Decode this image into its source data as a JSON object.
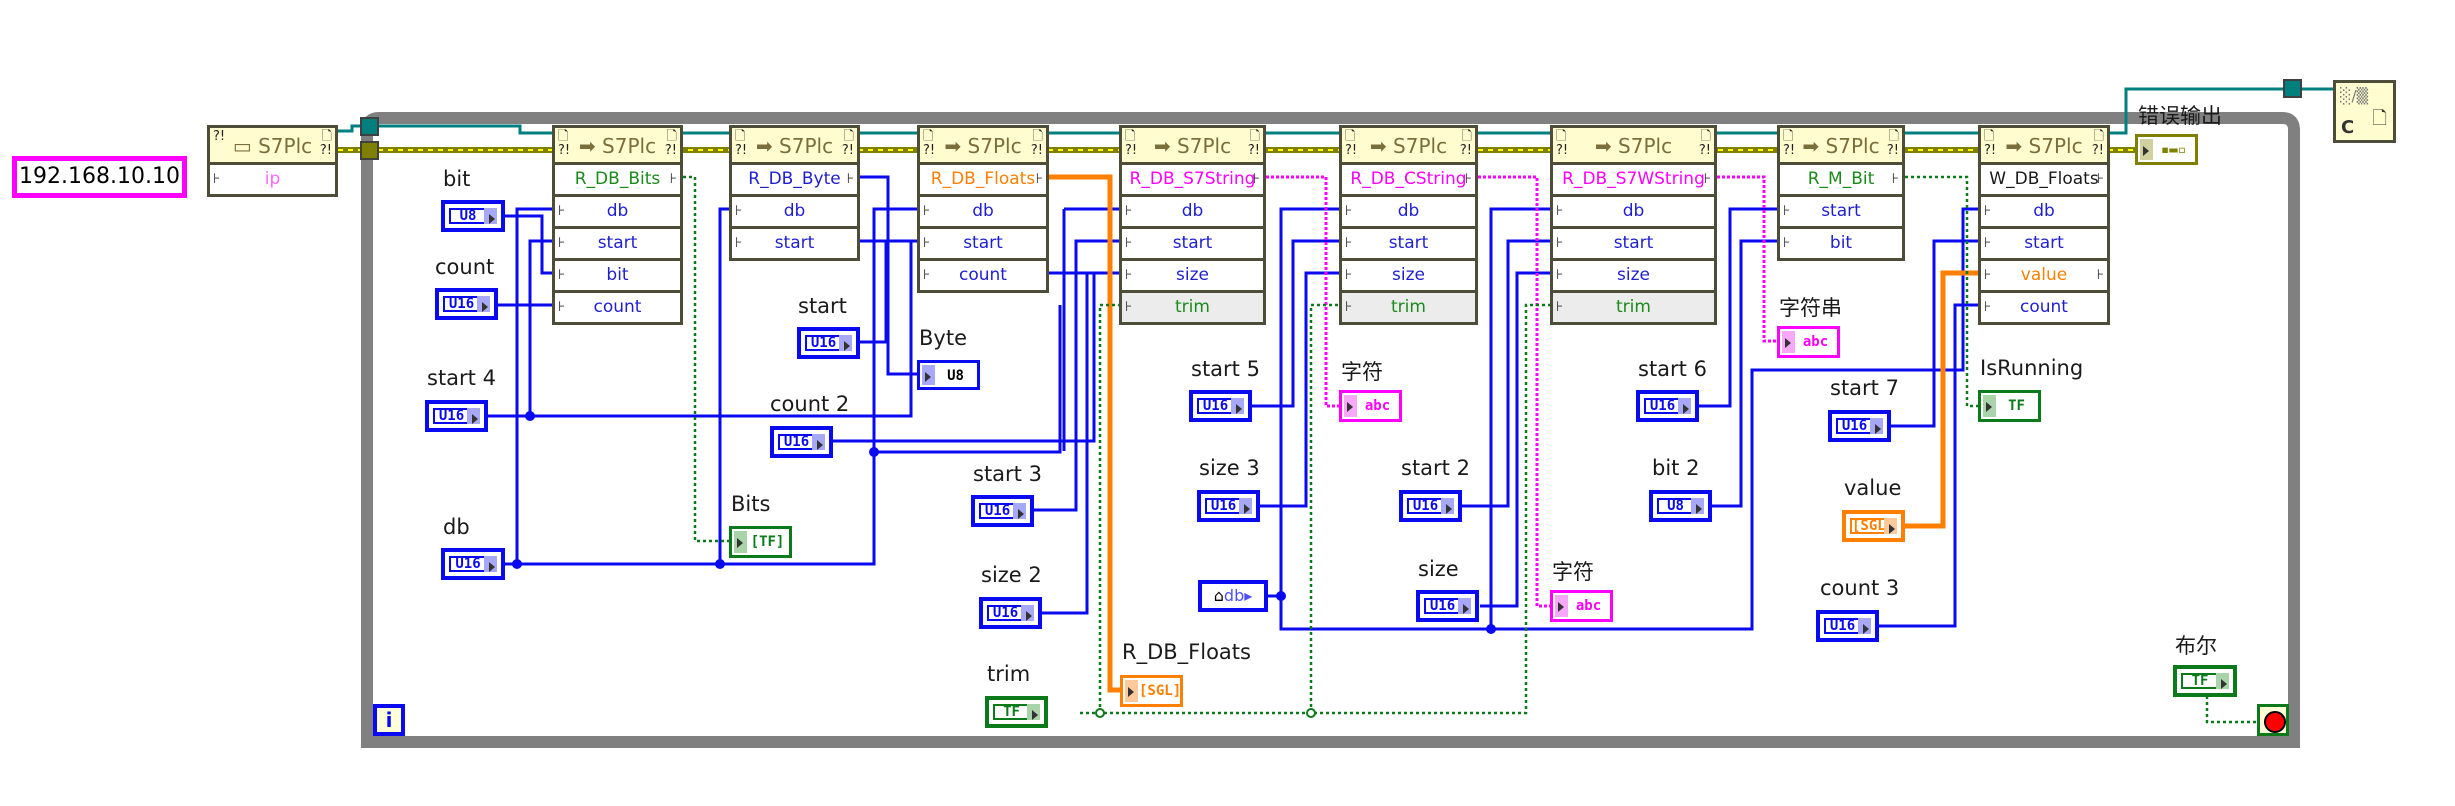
{
  "diagram": {
    "ip_constant": "192.168.10.10",
    "init_node": {
      "class": "S7Plc",
      "input": "ip"
    },
    "nodes": [
      {
        "class": "S7Plc",
        "method": "R_DB_Bits",
        "method_color": "#1a8a1a",
        "inputs": [
          "db",
          "start",
          "bit",
          "count"
        ]
      },
      {
        "class": "S7Plc",
        "method": "R_DB_Byte",
        "method_color": "#1f1fd0",
        "inputs": [
          "db",
          "start"
        ]
      },
      {
        "class": "S7Plc",
        "method": "R_DB_Floats",
        "method_color": "#ff8000",
        "inputs": [
          "db",
          "start",
          "count"
        ]
      },
      {
        "class": "S7Plc",
        "method": "R_DB_S7String",
        "method_color": "#ff00ff",
        "inputs": [
          "db",
          "start",
          "size",
          "trim"
        ]
      },
      {
        "class": "S7Plc",
        "method": "R_DB_CString",
        "method_color": "#ff00ff",
        "inputs": [
          "db",
          "start",
          "size",
          "trim"
        ]
      },
      {
        "class": "S7Plc",
        "method": "R_DB_S7WString",
        "method_color": "#ff00ff",
        "inputs": [
          "db",
          "start",
          "size",
          "trim"
        ]
      },
      {
        "class": "S7Plc",
        "method": "R_M_Bit",
        "method_color": "#1a8a1a",
        "inputs": [
          "start",
          "bit"
        ]
      },
      {
        "class": "S7Plc",
        "method": "W_DB_Floats",
        "method_color": "#1a1a1a",
        "inputs": [
          "db",
          "start",
          "value",
          "count"
        ]
      }
    ],
    "controls": {
      "bit": {
        "label": "bit",
        "type": "U8"
      },
      "count": {
        "label": "count",
        "type": "U16"
      },
      "start4": {
        "label": "start 4",
        "type": "U16"
      },
      "db": {
        "label": "db",
        "type": "U16"
      },
      "start": {
        "label": "start",
        "type": "U16"
      },
      "count2": {
        "label": "count 2",
        "type": "U16"
      },
      "start3": {
        "label": "start 3",
        "type": "U16"
      },
      "size2": {
        "label": "size 2",
        "type": "U16"
      },
      "trim": {
        "label": "trim",
        "type": "TF"
      },
      "start5": {
        "label": "start 5",
        "type": "U16"
      },
      "size3": {
        "label": "size 3",
        "type": "U16"
      },
      "db_local": {
        "label": "db",
        "type": "local variable"
      },
      "start2": {
        "label": "start 2",
        "type": "U16"
      },
      "size": {
        "label": "size",
        "type": "U16"
      },
      "start6": {
        "label": "start 6",
        "type": "U16"
      },
      "bit2": {
        "label": "bit 2",
        "type": "U8"
      },
      "start7": {
        "label": "start 7",
        "type": "U16"
      },
      "value": {
        "label": "value",
        "type": "[SGL]"
      },
      "count3": {
        "label": "count 3",
        "type": "U16"
      },
      "bool": {
        "label": "布尔",
        "type": "TF"
      }
    },
    "indicators": {
      "bits": {
        "label": "Bits",
        "type": "[TF]"
      },
      "byte": {
        "label": "Byte",
        "type": "U8"
      },
      "floats": {
        "label": "R_DB_Floats",
        "type": "[SGL]"
      },
      "char1": {
        "label": "字符",
        "type": "abc"
      },
      "char2": {
        "label": "字符",
        "type": "abc"
      },
      "string": {
        "label": "字符串",
        "type": "abc"
      },
      "isrunning": {
        "label": "IsRunning",
        "type": "TF"
      },
      "error_out": {
        "label": "错误输出",
        "type": "error cluster"
      }
    },
    "loop_iteration": "i",
    "close_node": {
      "glyph": "C"
    }
  }
}
